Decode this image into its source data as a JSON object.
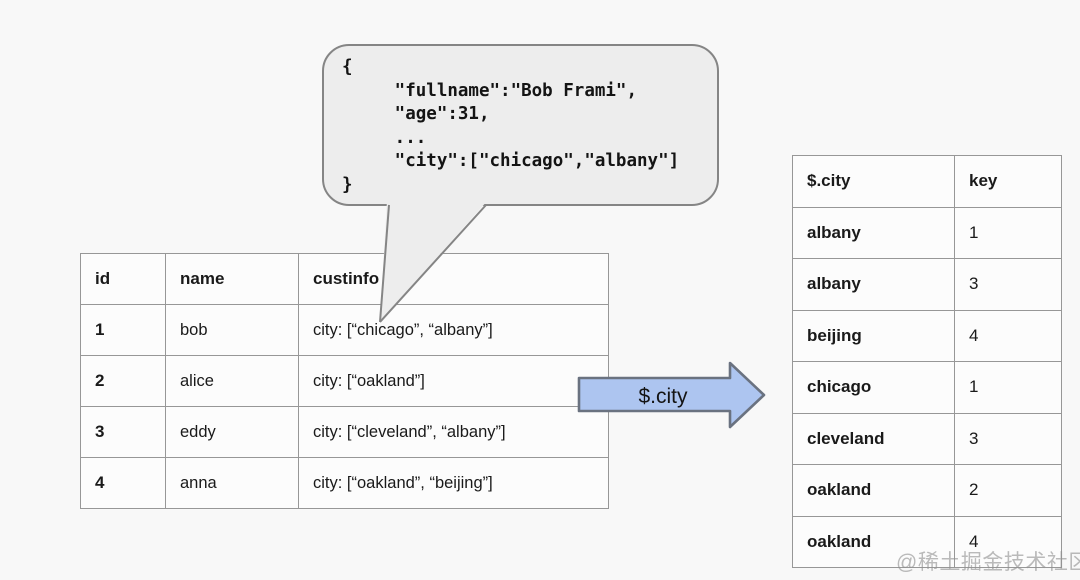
{
  "bubble": {
    "code": "{\n     \"fullname\":\"Bob Frami\",\n     \"age\":31,\n     ...\n     \"city\":[\"chicago\",\"albany\"]\n}"
  },
  "left_table": {
    "headers": [
      "id",
      "name",
      "custinfo"
    ],
    "rows": [
      [
        "1",
        "bob",
        "city: [“chicago”, “albany”]"
      ],
      [
        "2",
        "alice",
        "city: [“oakland”]"
      ],
      [
        "3",
        "eddy",
        "city: [“cleveland”, “albany”]"
      ],
      [
        "4",
        "anna",
        "city: [“oakland”, “beijing”]"
      ]
    ]
  },
  "arrow": {
    "label": "$.city"
  },
  "right_table": {
    "headers": [
      "$.city",
      "key"
    ],
    "rows": [
      [
        "albany",
        "1"
      ],
      [
        "albany",
        "3"
      ],
      [
        "beijing",
        "4"
      ],
      [
        "chicago",
        "1"
      ],
      [
        "cleveland",
        "3"
      ],
      [
        "oakland",
        "2"
      ],
      [
        "oakland",
        "4"
      ]
    ]
  },
  "watermark": "@稀土掘金技术社区",
  "colors": {
    "background": "#f8f8f8",
    "cell_bg": "#fcfcfc",
    "table_border": "#979797",
    "bubble_fill": "#ededed",
    "bubble_border": "#858585",
    "arrow_fill": "#adc5f0",
    "arrow_border": "#6a7280",
    "watermark_color": "rgba(145,145,145,0.62)"
  }
}
